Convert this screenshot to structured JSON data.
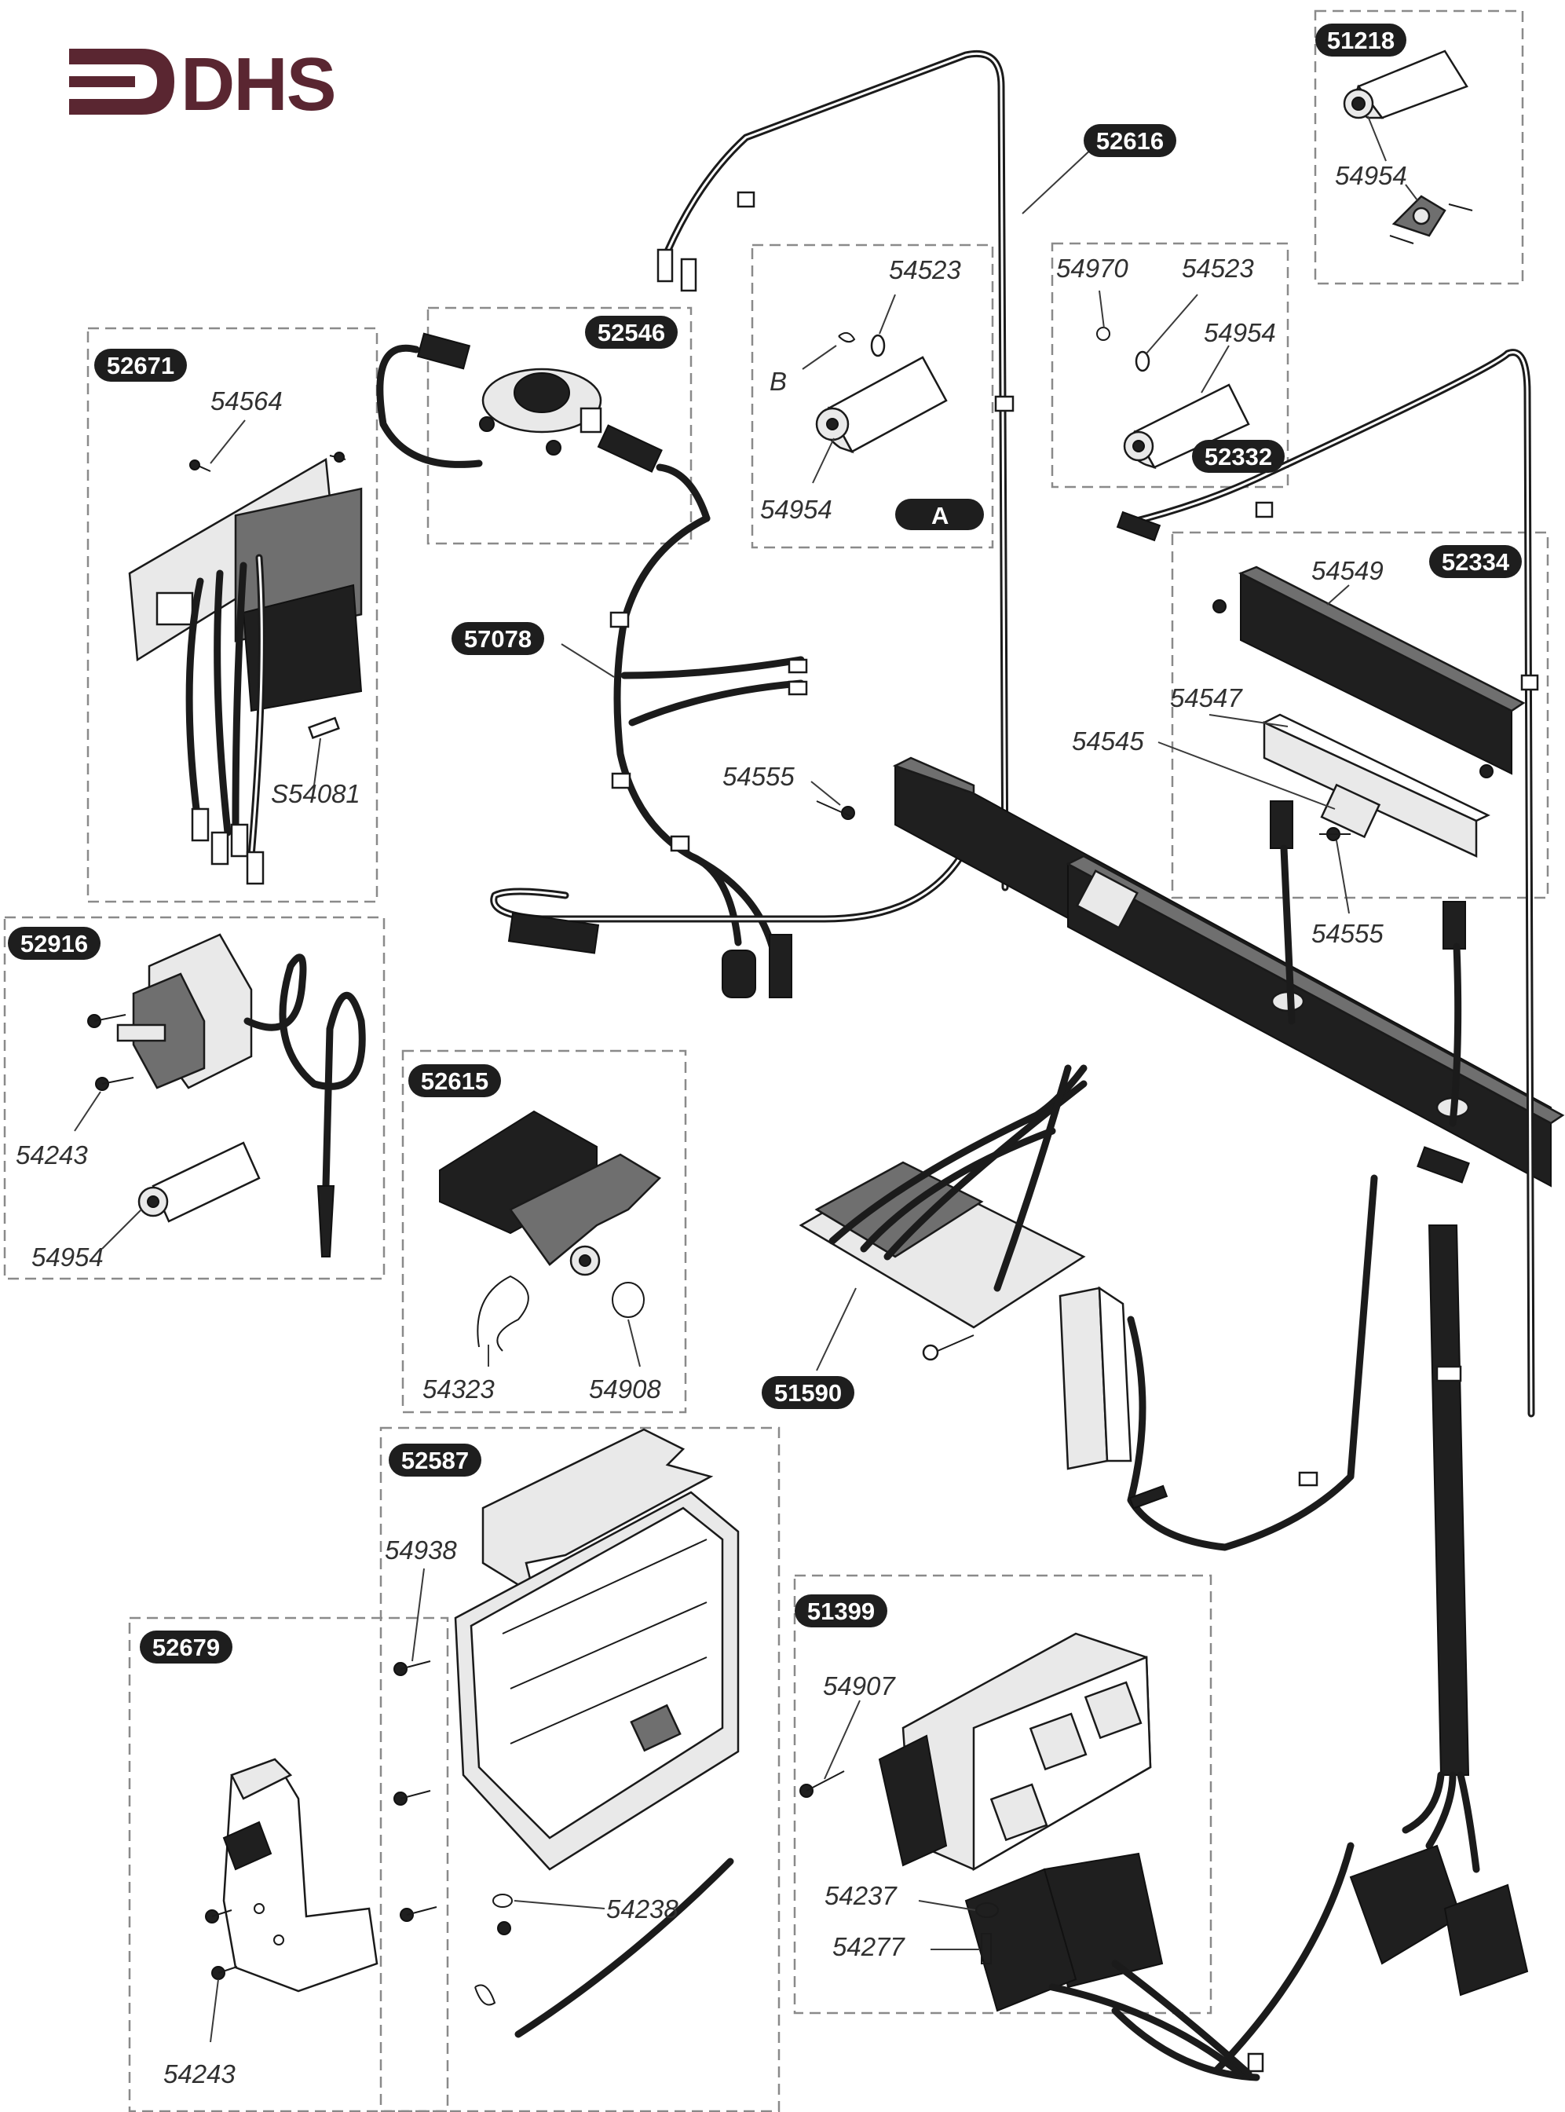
{
  "brand": {
    "logo_text": "DHS",
    "logo_color": "#5a2631"
  },
  "assemblies": [
    {
      "id": "51218",
      "parts": [
        "54954"
      ]
    },
    {
      "id": "52616",
      "parts": []
    },
    {
      "id": "52546",
      "parts": []
    },
    {
      "id": "52671",
      "parts": [
        "54564",
        "S54081"
      ]
    },
    {
      "id": "57078",
      "parts": []
    },
    {
      "id": "52332",
      "parts": [
        "54970",
        "54523",
        "54954"
      ]
    },
    {
      "id": "52334",
      "parts": [
        "54549",
        "54547",
        "54545",
        "54555"
      ]
    },
    {
      "id": "52916",
      "parts": [
        "54243",
        "54954"
      ]
    },
    {
      "id": "52615",
      "parts": [
        "54323",
        "54908"
      ]
    },
    {
      "id": "51590",
      "parts": []
    },
    {
      "id": "52587",
      "parts": [
        "54938",
        "54238"
      ]
    },
    {
      "id": "52679",
      "parts": [
        "54243"
      ]
    },
    {
      "id": "51399",
      "parts": [
        "54907",
        "54237",
        "54277"
      ]
    }
  ],
  "detail_a": {
    "flag": "A",
    "letter_b": "B",
    "parts": [
      "54523",
      "54954"
    ]
  },
  "loose_parts": [
    "54555"
  ],
  "colors": {
    "badge_fill": "#1e1e1e",
    "badge_text": "#ffffff",
    "line_art": "#1b1b1b",
    "dash_border": "#8a8a8a"
  }
}
